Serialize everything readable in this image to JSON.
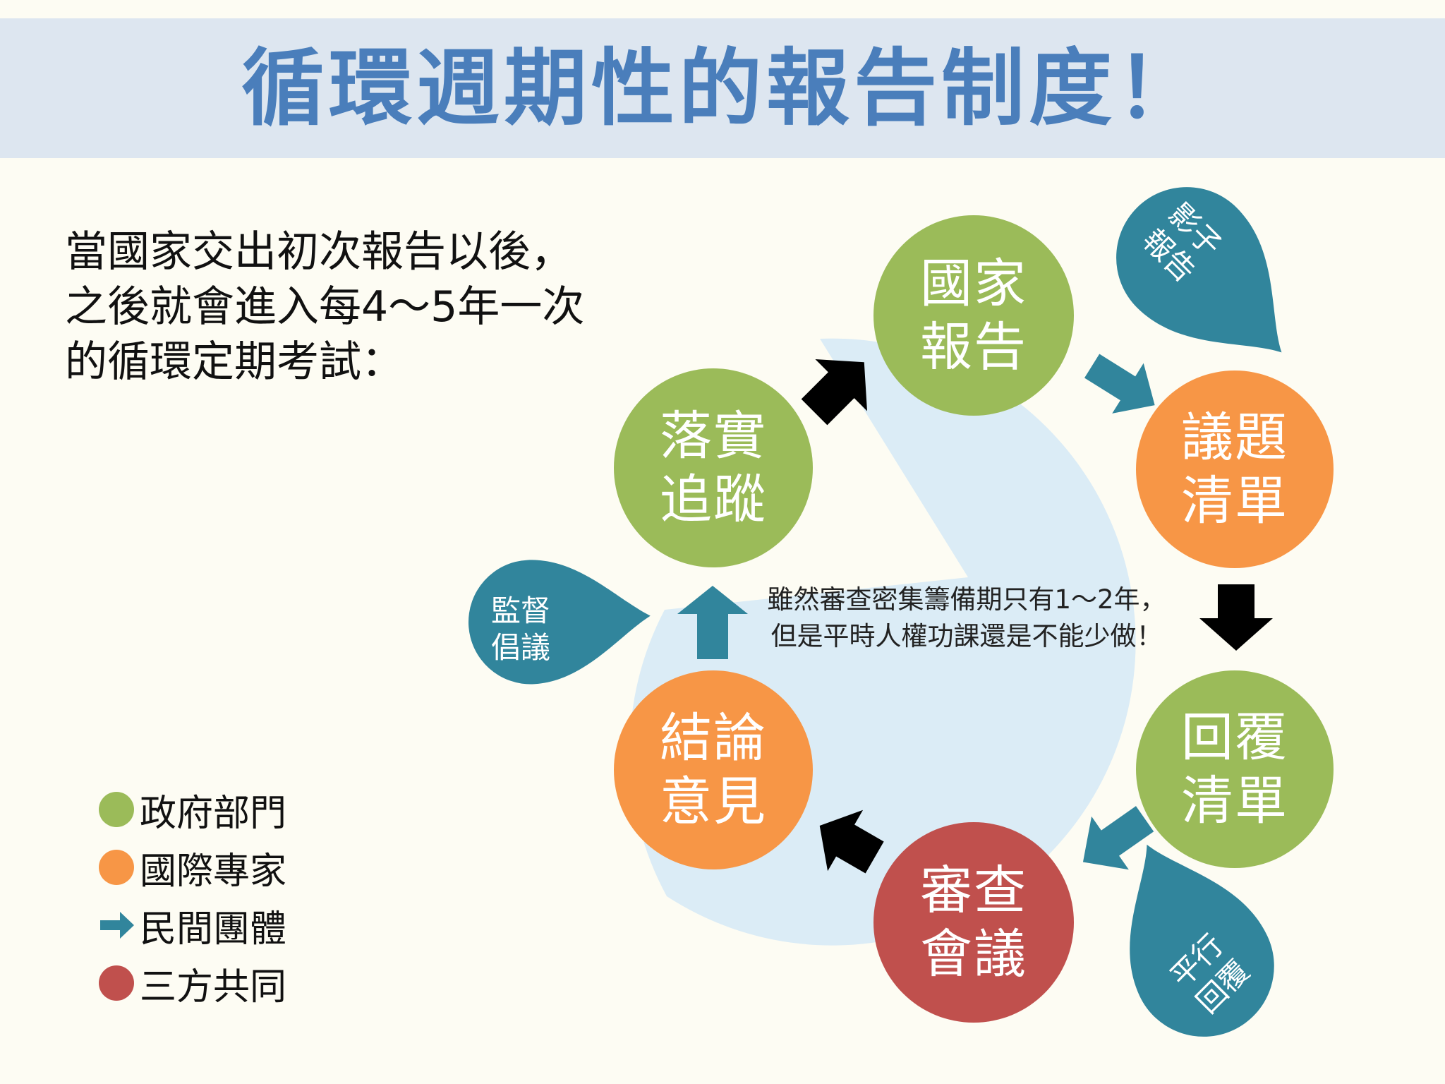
{
  "title": "循環週期性的報告制度！",
  "intro_lines": [
    "當國家交出初次報告以後，",
    "之後就會進入每4～5年一次",
    "的循環定期考試："
  ],
  "colors": {
    "government": "#9bbb59",
    "experts": "#f79646",
    "civil": "#31859c",
    "joint": "#c0504d",
    "cycle_bg": "#dbecf6",
    "title": "#4a7ebb"
  },
  "cycle": [
    {
      "id": "national-report",
      "line1": "國家",
      "line2": "報告",
      "role": "government"
    },
    {
      "id": "issue-list",
      "line1": "議題",
      "line2": "清單",
      "role": "experts"
    },
    {
      "id": "reply-list",
      "line1": "回覆",
      "line2": "清單",
      "role": "government"
    },
    {
      "id": "review-meeting",
      "line1": "審查",
      "line2": "會議",
      "role": "joint"
    },
    {
      "id": "concluding-observations",
      "line1": "結論",
      "line2": "意見",
      "role": "experts"
    },
    {
      "id": "implementation-tracking",
      "line1": "落實",
      "line2": "追蹤",
      "role": "government"
    }
  ],
  "drops": [
    {
      "id": "shadow-report",
      "line1": "影子",
      "line2": "報告"
    },
    {
      "id": "parallel-reply",
      "line1": "平行",
      "line2": "回覆"
    },
    {
      "id": "monitoring-advocacy",
      "line1": "監督",
      "line2": "倡議"
    }
  ],
  "center_note": [
    "雖然審查密集籌備期只有1～2年，",
    "但是平時人權功課還是不能少做！"
  ],
  "legend": [
    {
      "label": "政府部門",
      "marker": "dot",
      "role": "government"
    },
    {
      "label": "國際專家",
      "marker": "dot",
      "role": "experts"
    },
    {
      "label": "民間團體",
      "marker": "arrow",
      "role": "civil"
    },
    {
      "label": "三方共同",
      "marker": "dot",
      "role": "joint"
    }
  ]
}
